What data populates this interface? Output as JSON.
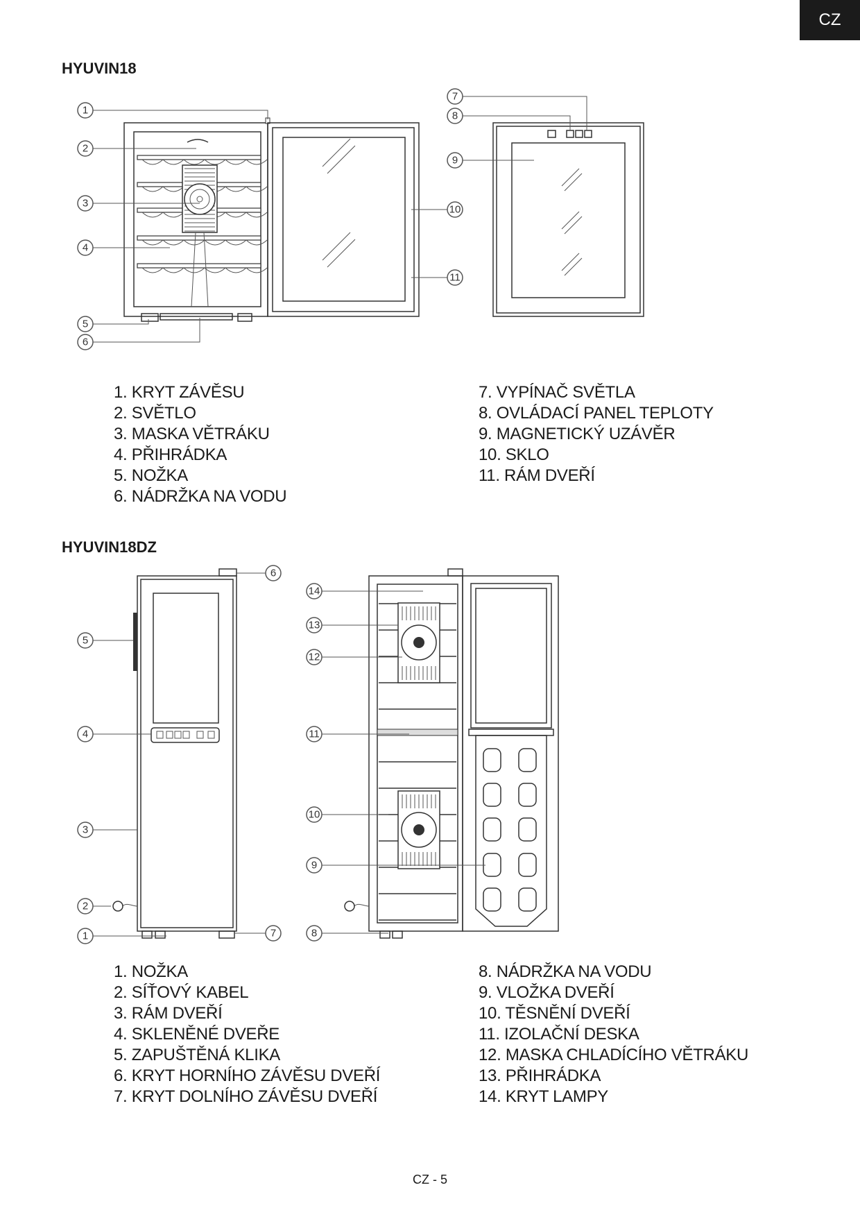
{
  "language_tab": "CZ",
  "section1": {
    "title": "HYUVIN18",
    "callouts": [
      "1",
      "2",
      "3",
      "4",
      "5",
      "6",
      "7",
      "8",
      "9",
      "10",
      "11"
    ],
    "parts_left": [
      "1. KRYT ZÁVĚSU",
      "2. SVĚTLO",
      "3. MASKA VĚTRÁKU",
      "4. PŘIHRÁDKA",
      "5. NOŽKA",
      "6. NÁDRŽKA NA VODU"
    ],
    "parts_right": [
      "7. VYPÍNAČ SVĚTLA",
      "8. OVLÁDACÍ PANEL TEPLOTY",
      "9. MAGNETICKÝ UZÁVĚR",
      "10. SKLO",
      "11. RÁM DVEŘÍ"
    ]
  },
  "section2": {
    "title": "HYUVIN18DZ",
    "callouts": [
      "1",
      "2",
      "3",
      "4",
      "5",
      "6",
      "7",
      "8",
      "9",
      "10",
      "11",
      "12",
      "13",
      "14"
    ],
    "parts_left": [
      "1. NOŽKA",
      "2. SÍŤOVÝ KABEL",
      "3. RÁM DVEŘÍ",
      "4. SKLENĚNÉ DVEŘE",
      "5. ZAPUŠTĚNÁ KLIKA",
      "6. KRYT HORNÍHO ZÁVĚSU DVEŘÍ",
      "7. KRYT DOLNÍHO ZÁVĚSU DVEŘÍ"
    ],
    "parts_right": [
      "8. NÁDRŽKA NA VODU",
      "9. VLOŽKA DVEŘÍ",
      "10. TĚSNĚNÍ DVEŘÍ",
      "11. IZOLAČNÍ DESKA",
      "12. MASKA CHLADÍCÍHO VĚTRÁKU",
      "13. PŘIHRÁDKA",
      "14. KRYT LAMPY"
    ]
  },
  "footer": "CZ - 5"
}
